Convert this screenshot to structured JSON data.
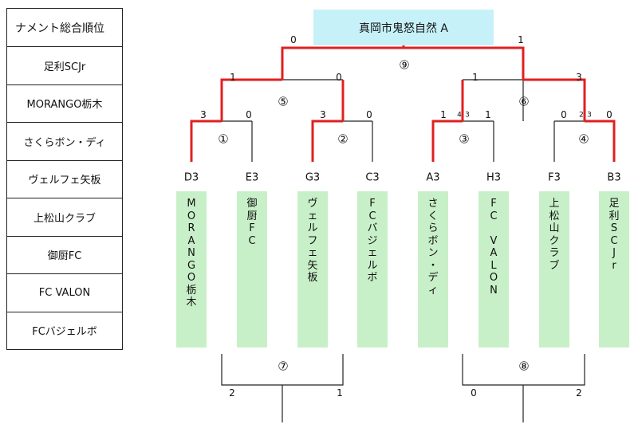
{
  "ranking": {
    "header": "ナメント総合順位",
    "rows": [
      "足利SCJr",
      "MORANGO栃木",
      "さくらボン・ディ",
      "ヴェルフェ矢板",
      "上松山クラブ",
      "御厨FC",
      "FC VALON",
      "FCバジェルボ"
    ]
  },
  "champion": "真岡市鬼怒自然 A",
  "matches": {
    "m1": {
      "label": "①",
      "scores": [
        "3",
        "0"
      ]
    },
    "m2": {
      "label": "②",
      "scores": [
        "3",
        "0"
      ]
    },
    "m3": {
      "label": "③",
      "scores": [
        "1",
        "1"
      ],
      "pk": [
        "4",
        "3"
      ]
    },
    "m4": {
      "label": "④",
      "scores": [
        "0",
        "0"
      ],
      "pk": [
        "2",
        "3"
      ]
    },
    "m5": {
      "label": "⑤",
      "scores": [
        "1",
        "0"
      ]
    },
    "m6": {
      "label": "⑥",
      "scores": [
        "1",
        "3"
      ]
    },
    "m7": {
      "label": "⑦",
      "scores": [
        "2",
        "1"
      ]
    },
    "m8": {
      "label": "⑧",
      "scores": [
        "0",
        "2"
      ]
    },
    "m9": {
      "label": "⑨",
      "scores": [
        "0",
        "1"
      ]
    }
  },
  "seeds": [
    "D3",
    "E3",
    "G3",
    "C3",
    "A3",
    "H3",
    "F3",
    "B3"
  ],
  "teams": [
    {
      "chars": [
        "M",
        "O",
        "R",
        "A",
        "N",
        "G",
        "O",
        "栃",
        "木"
      ]
    },
    {
      "chars": [
        "御",
        "厨",
        "F",
        "C"
      ]
    },
    {
      "chars": [
        "ヴ",
        "ェ",
        "ル",
        "フ",
        "ェ",
        "矢",
        "板"
      ]
    },
    {
      "chars": [
        "F",
        "C",
        "バ",
        "ジ",
        "ェ",
        "ル",
        "ボ"
      ]
    },
    {
      "chars": [
        "さ",
        "く",
        "ら",
        "ボ",
        "ン",
        "・",
        "デ",
        "ィ"
      ]
    },
    {
      "chars": [
        "F",
        "C",
        "",
        "V",
        "A",
        "L",
        "O",
        "N"
      ]
    },
    {
      "chars": [
        "上",
        "松",
        "山",
        "ク",
        "ラ",
        "ブ"
      ]
    },
    {
      "chars": [
        "足",
        "利",
        "S",
        "C",
        "J",
        "r"
      ]
    }
  ],
  "colors": {
    "win": "#e02020",
    "line": "#222222",
    "champion_bg": "#c7f1f9",
    "team_bg": "#c8f0c8"
  }
}
